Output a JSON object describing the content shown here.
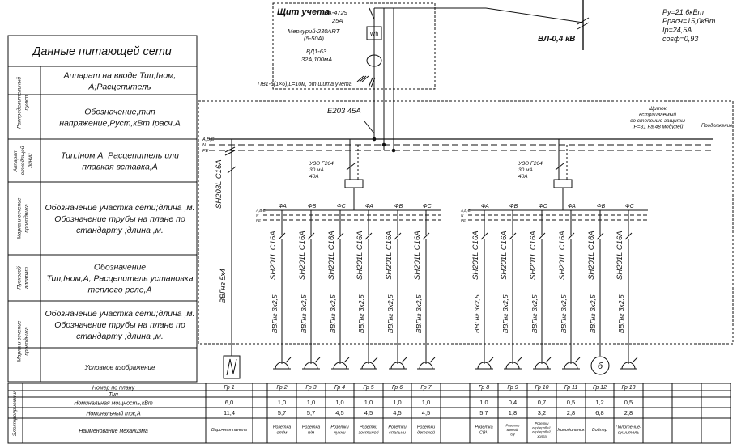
{
  "legend": {
    "title": "Данные питающей сети",
    "rows": [
      {
        "side": [
          "Распределительный",
          "пункт"
        ],
        "text": [
          "Аппарат на вводе Тип;Iном,",
          "А;Расцепитель"
        ]
      },
      {
        "side": [
          "",
          ""
        ],
        "text": [
          "Обозначение,тип",
          "напряжение,Руст,кВт Iрасч,А"
        ]
      },
      {
        "side": [
          "Аппарат",
          "отходящей",
          "линии"
        ],
        "text": [
          "Тип;Iном,А; Расцепитель или",
          "плавкая вставка,А"
        ]
      },
      {
        "side": [
          "Марка и сечение",
          "проводника"
        ],
        "text": [
          "Обозначение участка сети;длина ,м.",
          "Обозначение трубы на плане по",
          "стандарту ;длина ,м."
        ]
      },
      {
        "side": [
          "Пусковой",
          "аппарат"
        ],
        "text": [
          "Обозначение",
          "Тип;Iном,А; Расцепитель установка",
          "теплого реле,А"
        ]
      },
      {
        "side": [
          "Марка и сечение",
          "проводника"
        ],
        "text": [
          "Обозначение участка сети;длина ,м.",
          "Обозначение трубы на плане по",
          "стандарту ;длина ,м."
        ]
      }
    ],
    "symbol_row_label": "Условное изображение"
  },
  "meter_box": {
    "title": "Щит учета",
    "breaker": [
      "ВА-4729",
      "25А"
    ],
    "meter": [
      "Меркурий-230ART",
      "(5-50А)"
    ],
    "meter_symbol": "Wh",
    "rcd": [
      "ВД1-63",
      "32А,100мА"
    ],
    "feed_cable": "ПВ1-5(1×6),L=10м, от  щита учета"
  },
  "supply": {
    "line": "ВЛ-0,4 кВ",
    "params": [
      "Ру=21,6кВт",
      "Ррасч=15,0кВт",
      "Iр=24,5А",
      "cosф=0,93"
    ]
  },
  "panel": {
    "main_breaker": "E203 45А",
    "bus_labels": [
      "A,B,C",
      "N",
      "PE"
    ],
    "note": [
      "Щиток",
      "встраиваемый",
      "со степенью защиты",
      "IP=31 на 48 модулей"
    ],
    "continuation": "Продолжение",
    "rcds": [
      {
        "lines": [
          "УЗО F204",
          "30 мА",
          "40А"
        ]
      },
      {
        "lines": [
          "УЗО F204",
          "30 мА",
          "40А"
        ]
      }
    ],
    "three_phase_breaker": "SH203L C16A",
    "three_phase_cable": "ВВГнг 5х4"
  },
  "groups": [
    {
      "id": "Гр 1",
      "phase": "",
      "breaker": "",
      "cable": "",
      "symbol": "heater",
      "symbol_label": "",
      "type": "",
      "power": "6,0",
      "current": "11,4",
      "name": [
        "Варочная панель"
      ]
    },
    {
      "id": "Гр 2",
      "phase": "ФА",
      "breaker": "SH201L C16A",
      "cable": "ВВГнг 3х2,5",
      "symbol": "socket",
      "symbol_label": "",
      "type": "",
      "power": "1,0",
      "current": "5,7",
      "name": [
        "Розетка",
        "от/м"
      ]
    },
    {
      "id": "Гр 3",
      "phase": "ФВ",
      "breaker": "SH201L C16A",
      "cable": "ВВГнг 3х2,5",
      "symbol": "socket",
      "symbol_label": "",
      "type": "",
      "power": "1,0",
      "current": "5,7",
      "name": [
        "Розетка",
        "п/м"
      ]
    },
    {
      "id": "Гр 4",
      "phase": "ФС",
      "breaker": "SH201L C16A",
      "cable": "ВВГнг 3х2,5",
      "symbol": "socket",
      "symbol_label": "",
      "type": "",
      "power": "1,0",
      "current": "4,5",
      "name": [
        "Розетки",
        "кухни"
      ]
    },
    {
      "id": "Гр 5",
      "phase": "ФА",
      "breaker": "SH201L C16A",
      "cable": "ВВГнг 3х2,5",
      "symbol": "socket",
      "symbol_label": "",
      "type": "",
      "power": "1,0",
      "current": "4,5",
      "name": [
        "Розетки",
        "гостиной"
      ]
    },
    {
      "id": "Гр 6",
      "phase": "ФВ",
      "breaker": "SH201L C16A",
      "cable": "ВВГнг 3х2,5",
      "symbol": "socket",
      "symbol_label": "",
      "type": "",
      "power": "1,0",
      "current": "4,5",
      "name": [
        "Розетки",
        "спальни"
      ]
    },
    {
      "id": "Гр 7",
      "phase": "ФС",
      "breaker": "SH201L C16A",
      "cable": "ВВГнг 3х2,5",
      "symbol": "socket",
      "symbol_label": "",
      "type": "",
      "power": "1,0",
      "current": "4,5",
      "name": [
        "Розетки",
        "детской"
      ]
    },
    {
      "id": "Гр 8",
      "phase": "ФА",
      "breaker": "SH201L C16A",
      "cable": "ВВГнг 3х2,5",
      "symbol": "socket",
      "symbol_label": "",
      "type": "",
      "power": "1,0",
      "current": "5,7",
      "name": [
        "Розетка",
        "СВЧ"
      ]
    },
    {
      "id": "Гр 9",
      "phase": "ФВ",
      "breaker": "SH201L C16A",
      "cable": "ВВГнг 3х2,5",
      "symbol": "socket",
      "symbol_label": "",
      "type": "",
      "power": "0,4",
      "current": "1,8",
      "name": [
        "Розетки",
        "ванной,",
        "с/у"
      ]
    },
    {
      "id": "Гр 10",
      "phase": "ФС",
      "breaker": "SH201L C16A",
      "cable": "ВВГнг 3х2,5",
      "symbol": "socket",
      "symbol_label": "",
      "type": "",
      "power": "0,7",
      "current": "3,2",
      "name": [
        "Розетки",
        "гардероба1,",
        "гардероба2,",
        "холла"
      ]
    },
    {
      "id": "Гр 11",
      "phase": "ФА",
      "breaker": "SH201L C16A",
      "cable": "ВВГнг 3х2,5",
      "symbol": "socket",
      "symbol_label": "",
      "type": "",
      "power": "0,5",
      "current": "2,8",
      "name": [
        "Холодильник"
      ]
    },
    {
      "id": "Гр 12",
      "phase": "ФВ",
      "breaker": "SH201L C16A",
      "cable": "ВВГнг 3х2,5",
      "symbol": "boiler",
      "symbol_label": "б",
      "type": "",
      "power": "1,2",
      "current": "6,8",
      "name": [
        "Бойлер"
      ]
    },
    {
      "id": "Гр 13",
      "phase": "ФС",
      "breaker": "SH201L C16A",
      "cable": "ВВГнг 3х2,5",
      "symbol": "socket",
      "symbol_label": "",
      "type": "",
      "power": "0,5",
      "current": "2,8",
      "name": [
        "Полотенце-",
        "сушитель"
      ]
    }
  ],
  "table": {
    "side_label": "Электроприемник",
    "row_labels": [
      "Номер по плану",
      "Тип",
      "Номинальная мощность,кВт",
      "Номинальный ток,А",
      "Наименование механизма"
    ]
  }
}
